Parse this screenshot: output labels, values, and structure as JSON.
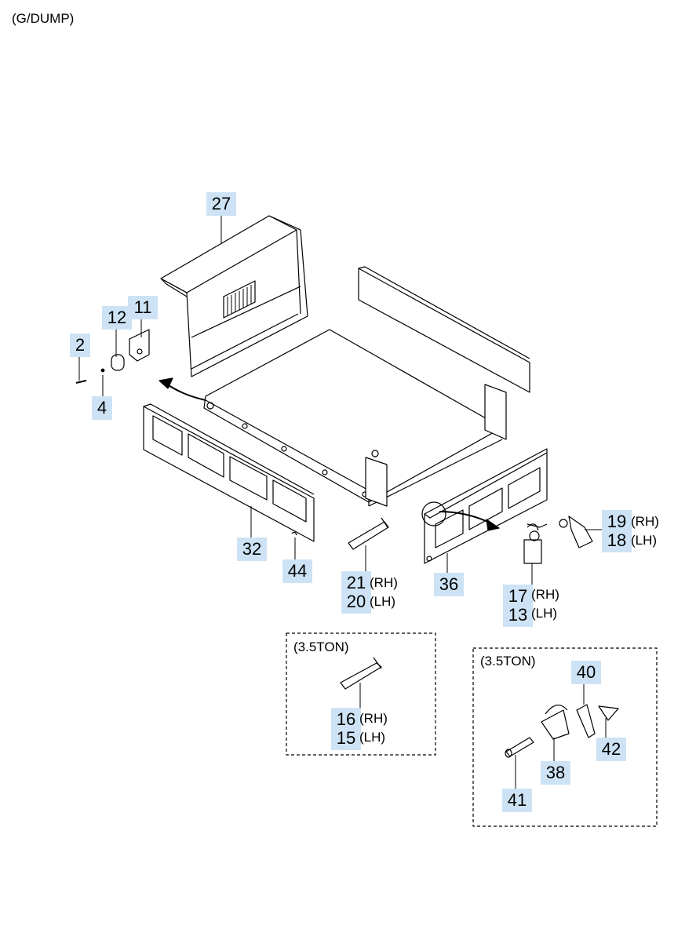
{
  "title": "(G/DUMP)",
  "callouts": {
    "c27": "27",
    "c12": "12",
    "c11": "11",
    "c2": "2",
    "c4": "4",
    "c32": "32",
    "c44": "44",
    "c21": "21",
    "c20": "20",
    "c36": "36",
    "c19": "19",
    "c18": "18",
    "c17": "17",
    "c13": "13",
    "c16": "16",
    "c15": "15",
    "c40": "40",
    "c42": "42",
    "c38": "38",
    "c41": "41"
  },
  "sides": {
    "rh": "(RH)",
    "lh": "(LH)"
  },
  "boxes": {
    "left_title": "(3.5TON)",
    "right_title": "(3.5TON)"
  }
}
